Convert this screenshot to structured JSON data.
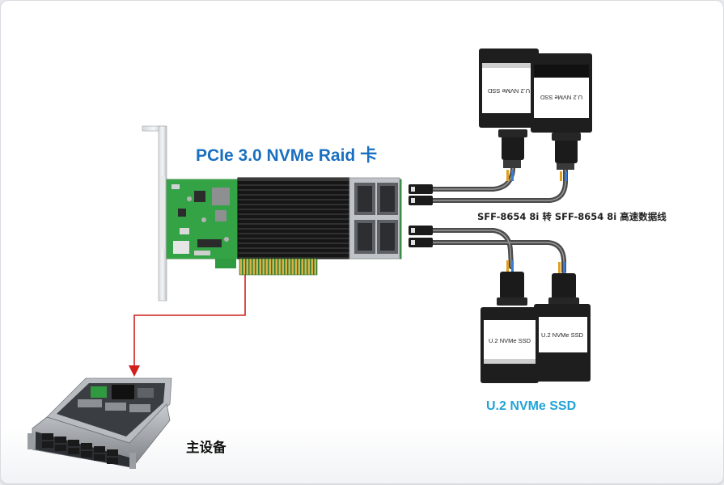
{
  "diagram": {
    "card_title": "PCIe 3.0 NVMe Raid 卡",
    "cable_label": "SFF-8654 8i 转 SFF-8654 8i 高速数据线",
    "ssd_caption": "U.2 NVMe SSD",
    "host_label": "主设备",
    "ssd_drive_label": "U.2 NVMe SSD",
    "colors": {
      "title_blue": "#1a6fc0",
      "caption_cyan": "#22a3d8",
      "arrow_red": "#d0201d",
      "pcb_green": "#2f9a3f",
      "heatsink": "#1c1c1c"
    }
  }
}
